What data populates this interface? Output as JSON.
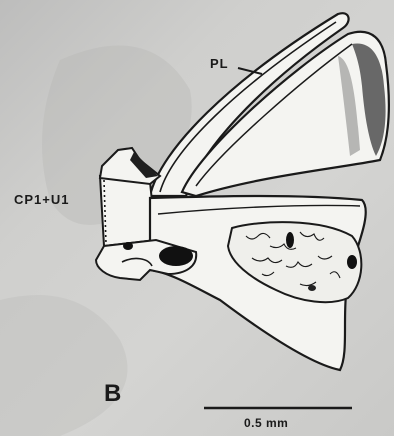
{
  "figure": {
    "panel_letter": "B",
    "labels": {
      "pl": "PL",
      "cp1_u1": "CP1+U1"
    },
    "scale_bar": {
      "text": "0.5 mm"
    },
    "colors": {
      "ink": "#1a1a1a",
      "outline_fill": "#f4f4f1",
      "background": "#c8c8c6"
    }
  }
}
